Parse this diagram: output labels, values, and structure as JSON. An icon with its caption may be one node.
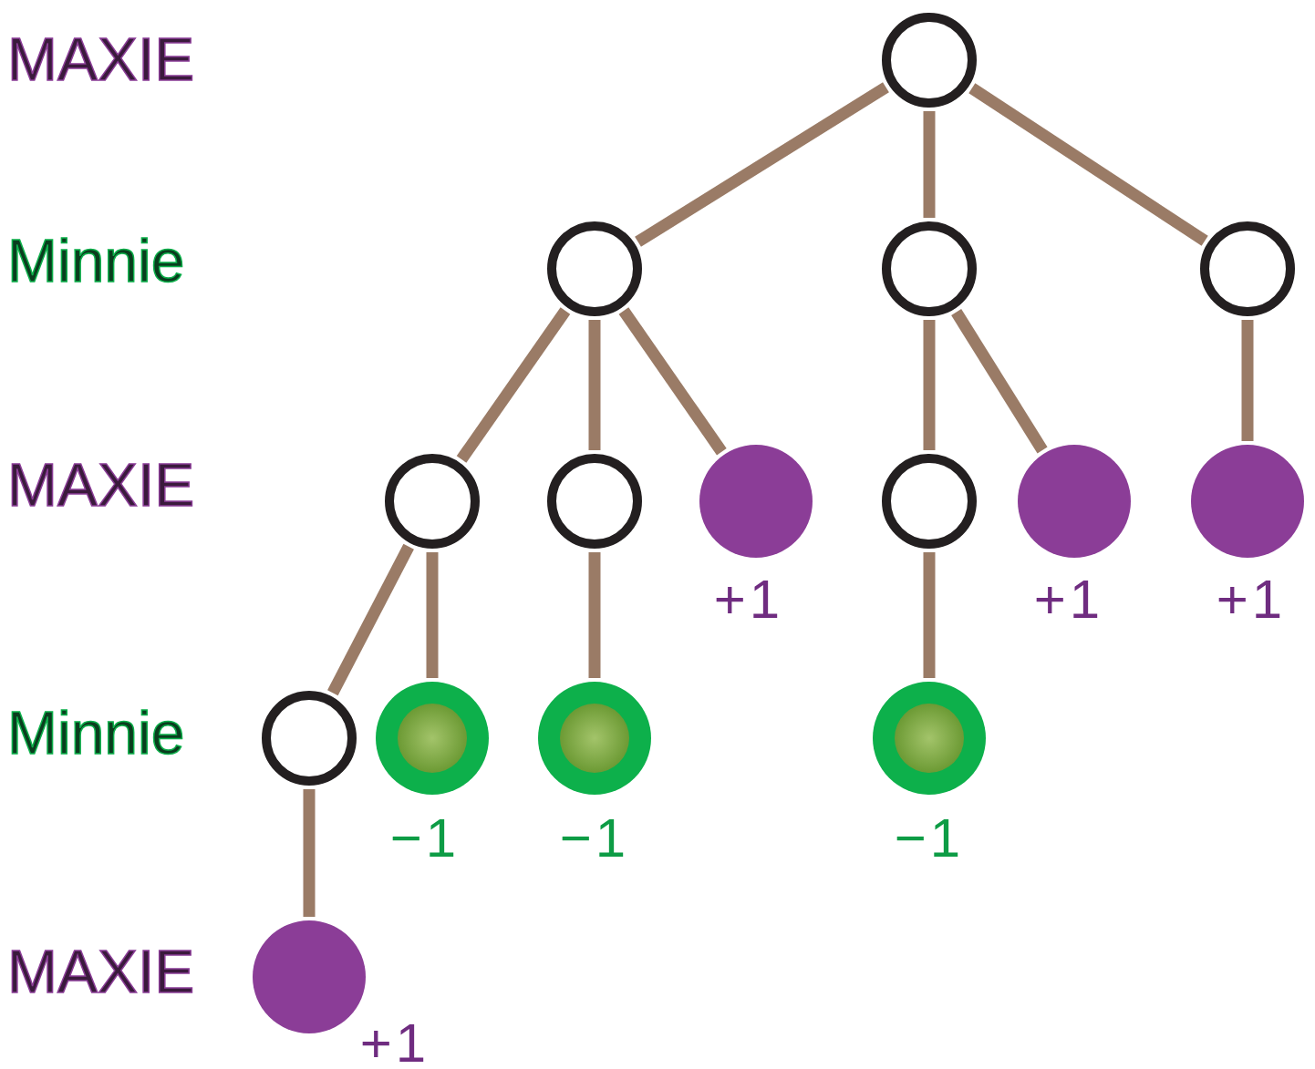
{
  "diagram": {
    "nodes": [
      {
        "text": [],
        "shape": "circle"
      },
      {
        "text": [],
        "shape": "circle"
      },
      {
        "text": [],
        "shape": "circle"
      },
      {
        "text": [],
        "shape": "circle"
      },
      {
        "text": [],
        "shape": "circle"
      },
      {
        "text": [],
        "shape": "circle"
      },
      {
        "text": [],
        "shape": "circle",
        "beside": [
          "+1"
        ]
      },
      {
        "text": [],
        "shape": "circle"
      },
      {
        "text": [],
        "shape": "circle",
        "beside": [
          "+1"
        ]
      },
      {
        "text": [],
        "shape": "circle",
        "beside": [
          "+1"
        ]
      },
      {
        "text": [],
        "shape": "circle"
      },
      {
        "text": [],
        "shape": "circle",
        "beside": [
          "−1"
        ]
      },
      {
        "text": [],
        "shape": "circle",
        "beside": [
          "−1"
        ]
      },
      {
        "text": [],
        "shape": "circle",
        "beside": [
          "−1"
        ]
      },
      {
        "text": [],
        "shape": "circle",
        "beside": [
          "+1"
        ]
      }
    ],
    "edges": [
      {
        "from": 0,
        "to": 1,
        "arrow": "none"
      },
      {
        "from": 0,
        "to": 2,
        "arrow": "none"
      },
      {
        "from": 0,
        "to": 3,
        "arrow": "none"
      },
      {
        "from": 1,
        "to": 4,
        "arrow": "none"
      },
      {
        "from": 1,
        "to": 5,
        "arrow": "none"
      },
      {
        "from": 1,
        "to": 6,
        "arrow": "none"
      },
      {
        "from": 2,
        "to": 7,
        "arrow": "none"
      },
      {
        "from": 2,
        "to": 8,
        "arrow": "none"
      },
      {
        "from": 3,
        "to": 9,
        "arrow": "none"
      },
      {
        "from": 4,
        "to": 10,
        "arrow": "none"
      },
      {
        "from": 4,
        "to": 11,
        "arrow": "none"
      },
      {
        "from": 5,
        "to": 12,
        "arrow": "none"
      },
      {
        "from": 7,
        "to": 13,
        "arrow": "none"
      },
      {
        "from": 10,
        "to": 14,
        "arrow": "none"
      }
    ],
    "labels": [
      "MAXIE",
      "Minnie",
      "MAXIE",
      "Minnie",
      "MAXIE"
    ]
  }
}
